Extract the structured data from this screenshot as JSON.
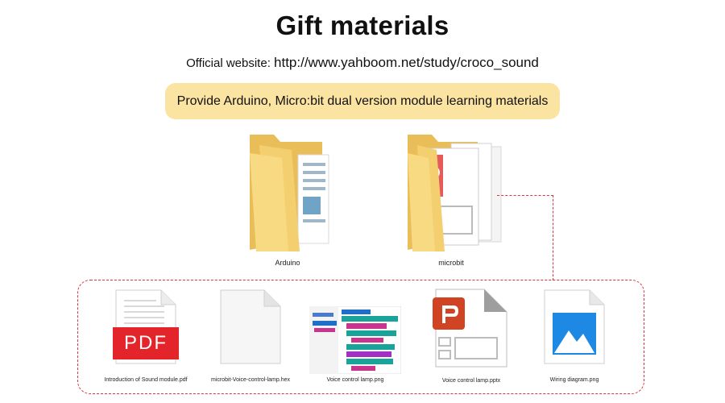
{
  "header": {
    "title": "Gift materials",
    "website_prefix": "Official website: ",
    "website_url": "http://www.yahboom.net/study/croco_sound",
    "banner": "Provide Arduino, Micro:bit dual version module learning materials"
  },
  "folders": [
    {
      "label": "Arduino"
    },
    {
      "label": "microbit"
    }
  ],
  "files": [
    {
      "label": "Introduction of Sound module.pdf",
      "icon_text": "PDF"
    },
    {
      "label": "microbit-Voice-control-lamp.hex"
    },
    {
      "label": "Voice control lamp.png"
    },
    {
      "label": "Voice control lamp.pptx"
    },
    {
      "label": "Wiring diagram.png"
    }
  ],
  "colors": {
    "banner": "#fbe3a1",
    "dashed_border": "#d9363e",
    "pdf_red": "#e3242b",
    "pptx_orange": "#d04423",
    "image_blue": "#1e88e5",
    "folder_yellow": "#f7d67a"
  }
}
